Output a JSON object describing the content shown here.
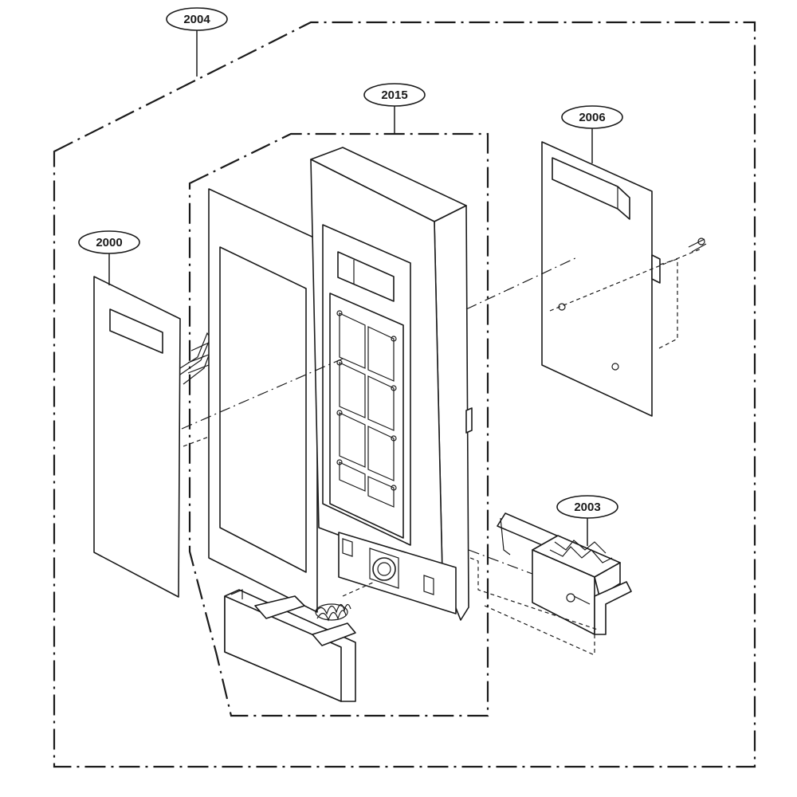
{
  "callouts": [
    {
      "id": "c2004",
      "label": "2004"
    },
    {
      "id": "c2015",
      "label": "2015"
    },
    {
      "id": "c2006",
      "label": "2006"
    },
    {
      "id": "c2000",
      "label": "2000"
    },
    {
      "id": "c2003",
      "label": "2003"
    }
  ],
  "colors": {
    "line": "#1a1a1a",
    "background": "#ffffff"
  }
}
